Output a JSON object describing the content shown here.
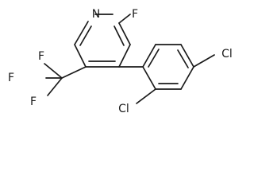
{
  "molecule": {
    "atoms": {
      "n_ring": "N",
      "f_ring": "F",
      "cl_upper": "Cl",
      "cl_lower": "Cl",
      "cf3_f_top": "F",
      "cf3_f_left": "F",
      "cf3_f_bottom": "F"
    }
  }
}
